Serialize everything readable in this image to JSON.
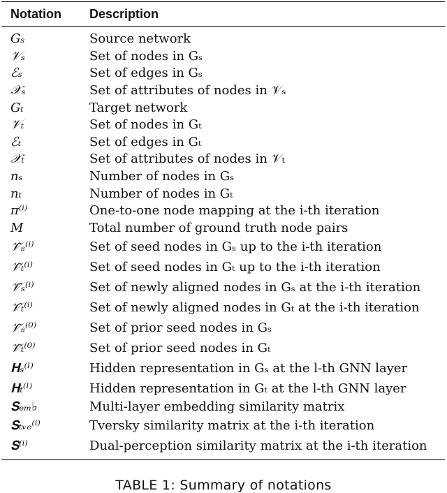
{
  "table": {
    "headers": {
      "notation": "Notation",
      "description": "Description"
    },
    "rows": [
      {
        "notation": "Gₛ",
        "description": "Source network"
      },
      {
        "notation": "𝒱ₛ",
        "description": "Set of nodes in Gₛ"
      },
      {
        "notation": "ℰₛ",
        "description": "Set of edges in Gₛ"
      },
      {
        "notation": "𝒳ₛ",
        "description": "Set of attributes of nodes in 𝒱ₛ"
      },
      {
        "notation": "Gₜ",
        "description": "Target network"
      },
      {
        "notation": "𝒱ₜ",
        "description": "Set of nodes in Gₜ"
      },
      {
        "notation": "ℰₜ",
        "description": "Set of edges in Gₜ"
      },
      {
        "notation": "𝒳ₜ",
        "description": "Set of attributes of nodes in 𝒱ₜ"
      },
      {
        "notation": "nₛ",
        "description": "Number of nodes in Gₛ"
      },
      {
        "notation": "nₜ",
        "description": "Number of nodes in Gₜ"
      },
      {
        "notation": "π⁽ⁱ⁾",
        "description": "One-to-one node mapping at the i-th iteration"
      },
      {
        "notation": "M",
        "description": "Total number of ground truth node pairs"
      },
      {
        "notation": "𝒱̃ₛ⁽ⁱ⁾",
        "description": "Set of seed nodes in Gₛ up to the i-th iteration"
      },
      {
        "notation": "𝒱̃ₜ⁽ⁱ⁾",
        "description": "Set of seed nodes in Gₜ up to the i-th iteration"
      },
      {
        "notation": "𝒱̂ₛ⁽ⁱ⁾",
        "description": "Set of newly aligned nodes in Gₛ at the i-th iteration"
      },
      {
        "notation": "𝒱̂ₜ⁽ⁱ⁾",
        "description": "Set of newly aligned nodes in Gₜ at the i-th iteration"
      },
      {
        "notation": "𝒱̃ₛ⁽⁰⁾",
        "description": "Set of prior seed nodes in Gₛ"
      },
      {
        "notation": "𝒱̃ₜ⁽⁰⁾",
        "description": "Set of prior seed nodes in Gₜ"
      },
      {
        "notation": "𝐇ₛ⁽ˡ⁾",
        "description": "Hidden representation in Gₛ at the l-th GNN layer"
      },
      {
        "notation": "𝐇ₜ⁽ˡ⁾",
        "description": "Hidden representation in Gₜ at the l-th GNN layer"
      },
      {
        "notation": "𝐒ₑₘ♭",
        "description": "Multi-layer embedding similarity matrix"
      },
      {
        "notation": "𝐒ₜᵥₑ⁽ⁱ⁾",
        "description": "Tversky similarity matrix at the i-th iteration"
      },
      {
        "notation": "𝐒⁽ⁱ⁾",
        "description": "Dual-perception similarity matrix at the i-th iteration"
      }
    ]
  },
  "caption": "TABLE 1: Summary of notations"
}
